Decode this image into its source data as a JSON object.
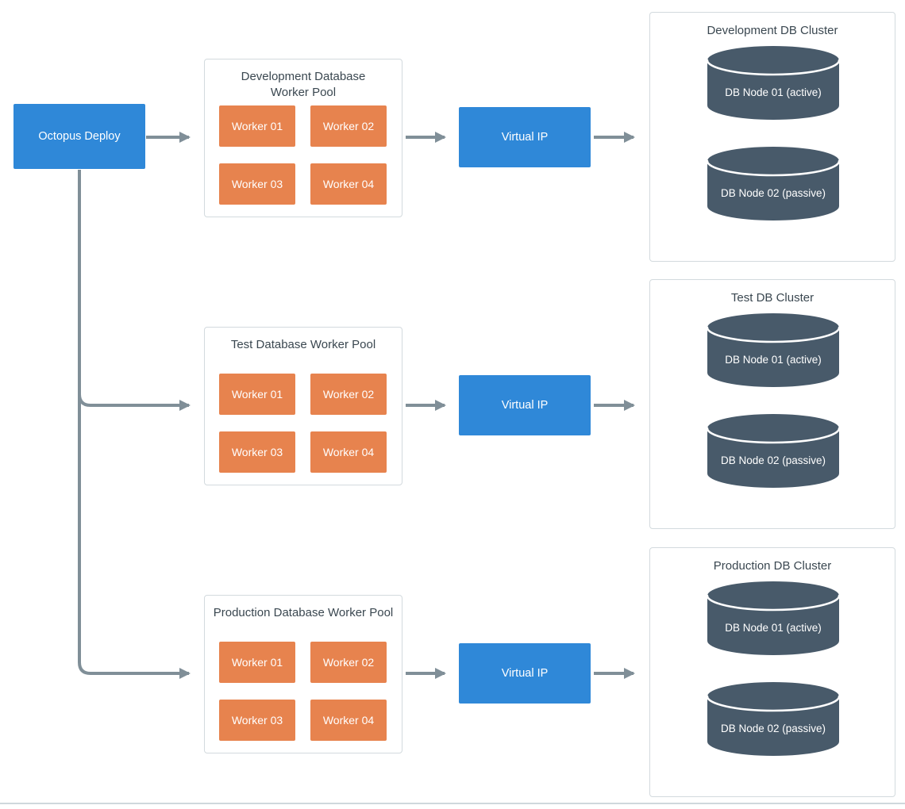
{
  "diagram": {
    "source": {
      "label": "Octopus Deploy"
    },
    "pools": [
      {
        "title": "Development Database Worker Pool",
        "workers": [
          "Worker 01",
          "Worker 02",
          "Worker 03",
          "Worker 04"
        ]
      },
      {
        "title": "Test Database Worker Pool",
        "workers": [
          "Worker 01",
          "Worker 02",
          "Worker 03",
          "Worker 04"
        ]
      },
      {
        "title": "Production Database Worker Pool",
        "workers": [
          "Worker 01",
          "Worker 02",
          "Worker 03",
          "Worker 04"
        ]
      }
    ],
    "virtual_ips": [
      "Virtual IP",
      "Virtual IP",
      "Virtual IP"
    ],
    "clusters": [
      {
        "title": "Development DB Cluster",
        "nodes": [
          "DB Node 01 (active)",
          "DB Node 02 (passive)"
        ]
      },
      {
        "title": "Test DB Cluster",
        "nodes": [
          "DB Node 01 (active)",
          "DB Node 02 (passive)"
        ]
      },
      {
        "title": "Production DB Cluster",
        "nodes": [
          "DB Node 01 (active)",
          "DB Node 02 (passive)"
        ]
      }
    ],
    "colors": {
      "node_blue": "#2f88d8",
      "worker_orange": "#e7834e",
      "db_slate": "#485a6a",
      "arrow_gray": "#808f98"
    }
  }
}
